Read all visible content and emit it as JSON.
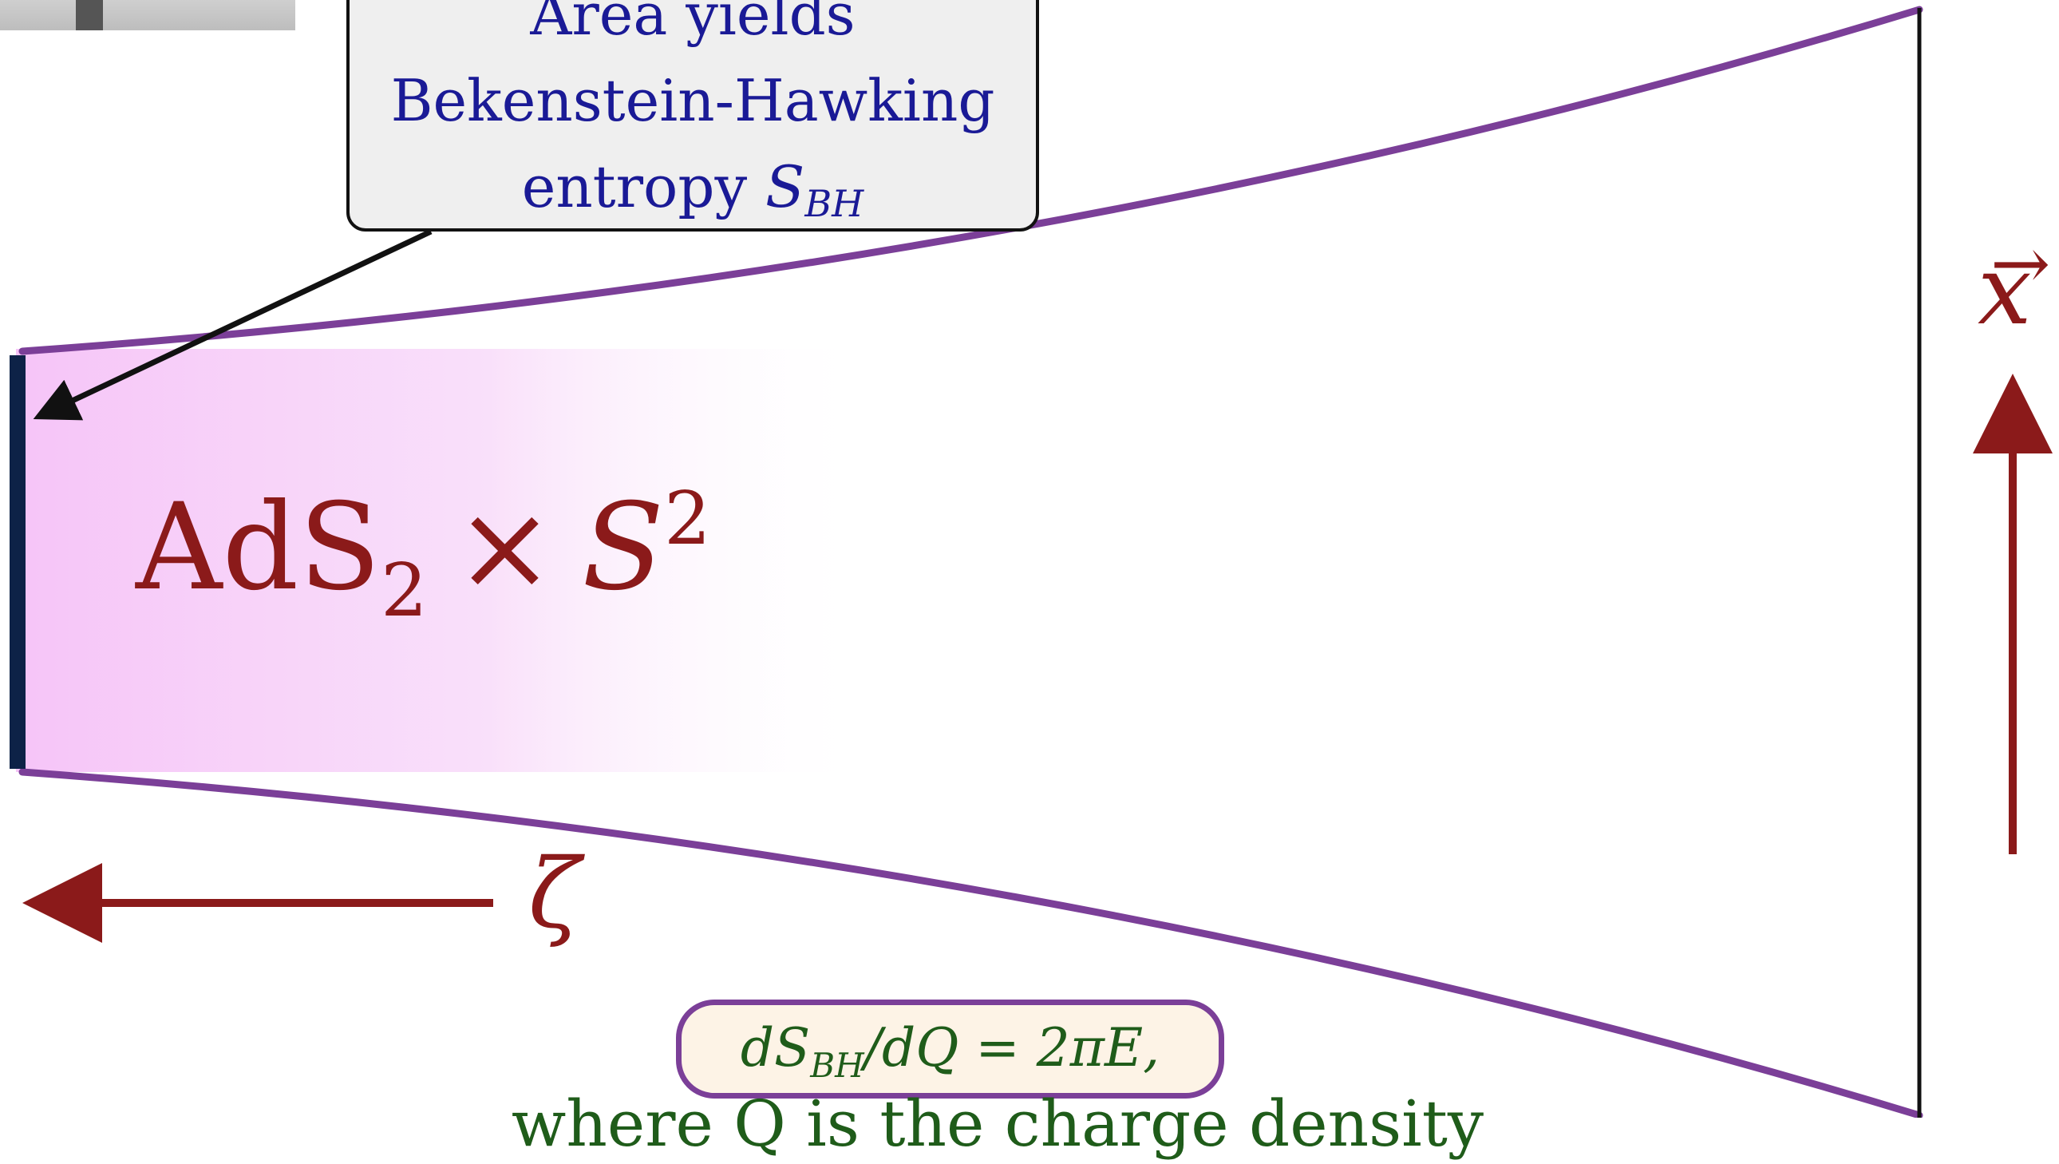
{
  "callout": {
    "line1": "Area yields",
    "line2": "Bekenstein-Hawking",
    "line3_text": "entropy ",
    "line3_symbol": "S",
    "line3_subscript": "BH"
  },
  "throat": {
    "base": "AdS",
    "base_subscript": "2",
    "times": "×",
    "sphere": "S",
    "sphere_superscript": "2"
  },
  "axes": {
    "zeta": "ζ",
    "x": "x",
    "x_accent": "→"
  },
  "formula": {
    "d1": "dS",
    "sub": "BH",
    "rest": "/dQ = 2πE,"
  },
  "bottom_text": "where Q is the charge density",
  "colors": {
    "purple_boundary": "#7b3f98",
    "dark_red": "#8b1a1a",
    "navy_horizon": "#0d2247",
    "magenta_fill": "#f6c4f8",
    "callout_text": "#1a1a96",
    "formula_green": "#1f5c1a"
  }
}
